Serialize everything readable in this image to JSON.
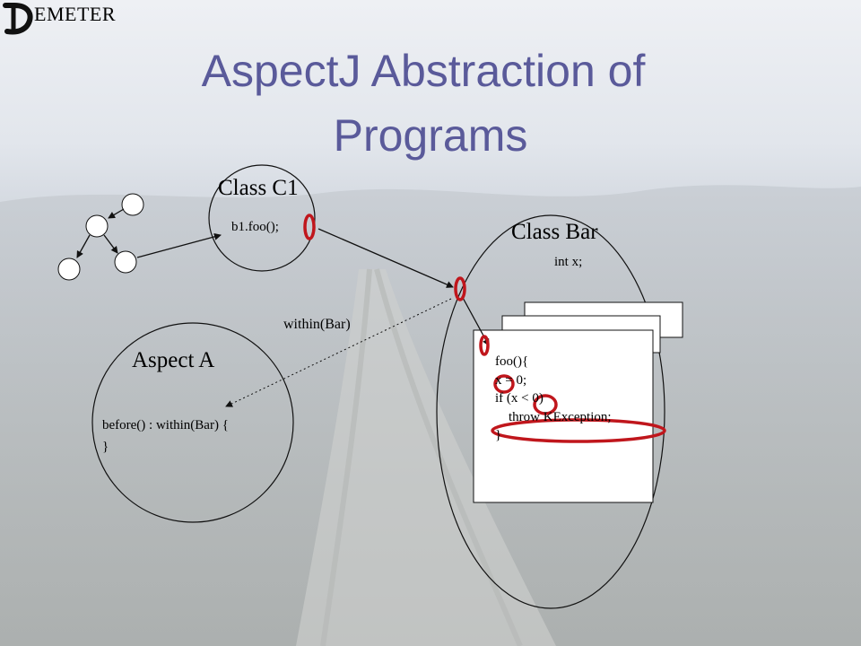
{
  "logo": {
    "letter": "D",
    "text": "EMETER"
  },
  "title": {
    "line1": "AspectJ Abstraction of",
    "line2": "Programs"
  },
  "class_c1": {
    "label": "Class C1",
    "call": "b1.foo();"
  },
  "class_bar": {
    "label": "Class Bar",
    "field": "int x;"
  },
  "aspect_a": {
    "label": "Aspect A",
    "code_line1": "before() : within(Bar) {",
    "code_line2": "}"
  },
  "pointcut_label": "within(Bar)",
  "foo_code": [
    "foo(){",
    "x = 0;",
    "if (x < 0)",
    "    throw KException;",
    "}"
  ],
  "colors": {
    "title": "#5a5a9a",
    "highlight": "#c0161c"
  }
}
